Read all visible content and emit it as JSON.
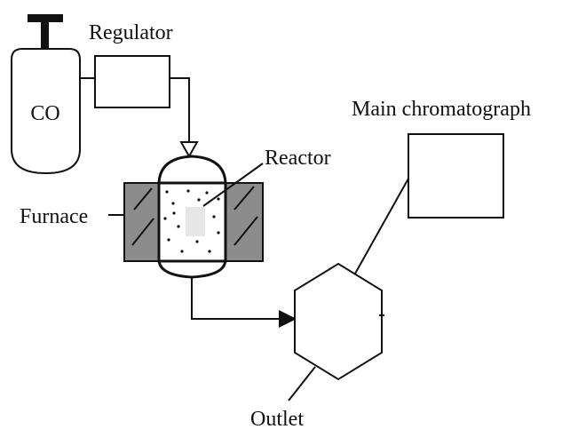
{
  "labels": {
    "cylinder": "CO",
    "regulator": "Regulator",
    "reactor": "Reactor",
    "furnace": "Furnace",
    "chromatograph": "Main chromatograph",
    "outlet": "Outlet"
  },
  "colors": {
    "line": "#111111",
    "furnace_fill": "#8c8c8c",
    "catalyst_fill": "#e6e6e6",
    "background": "#ffffff"
  }
}
